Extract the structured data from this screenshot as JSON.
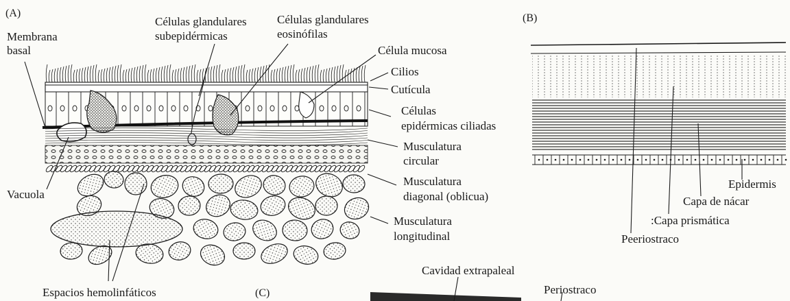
{
  "panels": {
    "a": "(A)",
    "b": "(B)",
    "c": "(C)"
  },
  "labels_a": {
    "membrana_1": "Membrana",
    "membrana_2": "basal",
    "subepi_1": "Células glandulares",
    "subepi_2": "subepidérmicas",
    "eosino_1": "Células glandulares",
    "eosino_2": "eosinófilas",
    "mucosa": "Célula mucosa",
    "cilios": "Cilios",
    "cuticula": "Cutícula",
    "celulas_1": "Células",
    "celulas_2": "epidérmicas ciliadas",
    "circ_1": "Musculatura",
    "circ_2": "circular",
    "vacuola": "Vacuola",
    "diag_1": "Musculatura",
    "diag_2": "diagonal (oblicua)",
    "long_1": "Musculatura",
    "long_2": "longitudinal",
    "espacios": "Espacios hemolinfáticos"
  },
  "labels_b": {
    "epidermis": "Epidermis",
    "nacar": "Capa de nácar",
    "prismatica": ":Capa prismática",
    "peeriostraco": "Peeriostraco"
  },
  "labels_c": {
    "cavidad": "Cavidad extrapaleal",
    "periostraco": "Periostraco"
  }
}
